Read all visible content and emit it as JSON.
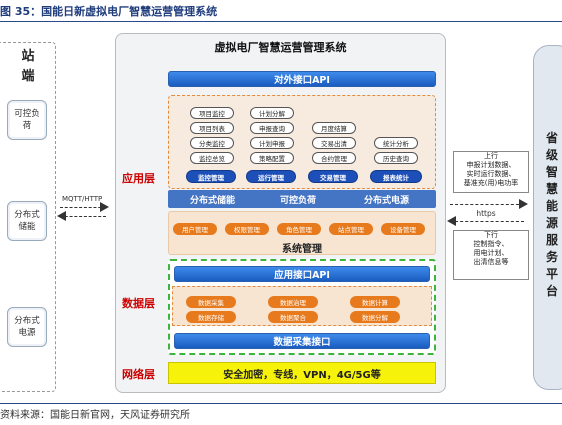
{
  "figure_title": "图 35：国能日新虚拟电厂智慧运营管理系统",
  "source": "资料来源：国能日新官网，天风证券研究所",
  "left": {
    "title_chars": [
      "站",
      "端"
    ],
    "boxes": [
      {
        "line1": "可控负",
        "line2": "荷"
      },
      {
        "line1": "分布式",
        "line2": "储能"
      },
      {
        "line1": "分布式",
        "line2": "电源"
      }
    ],
    "protocol": "MQTT/HTTP"
  },
  "system": {
    "title": "虚拟电厂智慧运营管理系统",
    "external_api": "对外接口API",
    "app_layer_label": "应用层",
    "app_pills": [
      [
        "项目监控",
        "计划分解"
      ],
      [
        "项目列表",
        "申报查询",
        "月度结算"
      ],
      [
        "分类监控",
        "计划申报",
        "交易出清",
        "统计分析"
      ],
      [
        "监控总览",
        "策略配置",
        "合约管理",
        "历史查询"
      ]
    ],
    "app_modules": [
      "监控管理",
      "运行管理",
      "交易管理",
      "报表统计"
    ],
    "mid_items": [
      "分布式储能",
      "可控负荷",
      "分布式电源"
    ],
    "sys_pills": [
      "用户管理",
      "权限管理",
      "角色管理",
      "站点管理",
      "设备管理"
    ],
    "sys_title": "系统管理",
    "data_layer_label": "数据层",
    "app_api": "应用接口API",
    "data_pills": [
      [
        "数据采集",
        "数据治理",
        "数据计算"
      ],
      [
        "数据存储",
        "数据聚合",
        "数据分解"
      ]
    ],
    "collect_api": "数据采集接口",
    "net_layer_label": "网络层",
    "net_text": "安全加密，专线，VPN，4G/5G等"
  },
  "right": {
    "up_note": [
      "上行",
      "申报计划数据、",
      "实时运行数据、",
      "基准充(用)电功率"
    ],
    "protocol": "https",
    "down_note": [
      "下行",
      "控制指令、",
      "用电计划、",
      "出清信息等"
    ],
    "platform_chars": [
      "省",
      "级",
      "智",
      "慧",
      "能",
      "源",
      "服",
      "务",
      "平",
      "台"
    ]
  }
}
